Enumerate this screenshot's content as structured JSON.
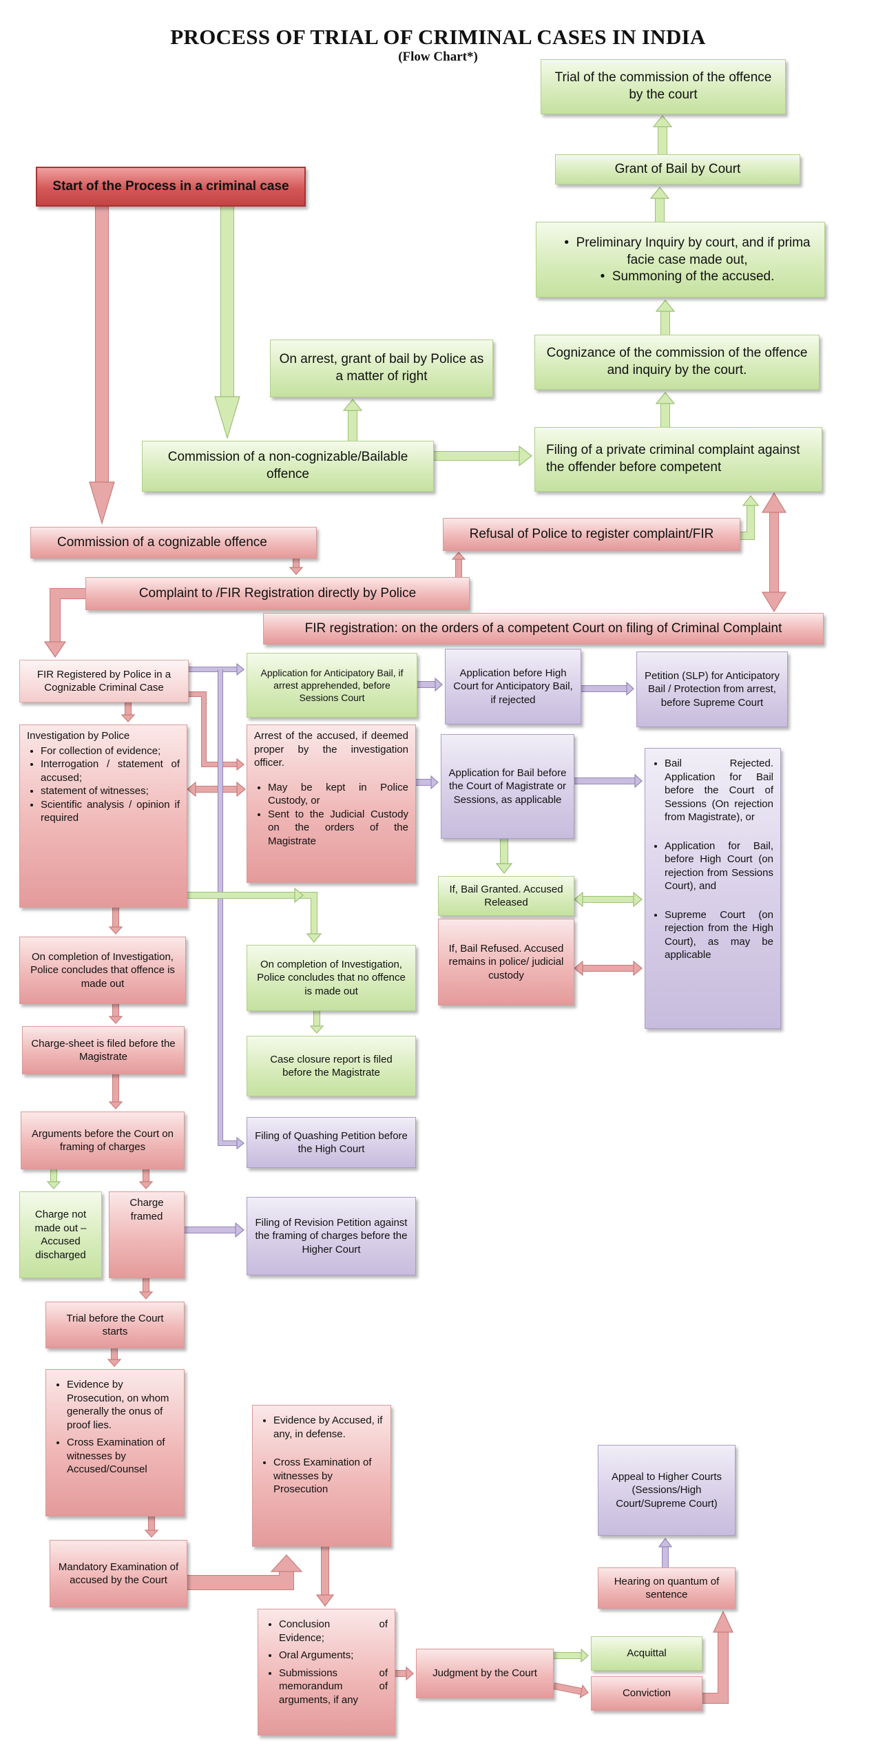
{
  "title": "PROCESS OF TRIAL OF CRIMINAL CASES IN INDIA",
  "subtitle": "(Flow Chart*)",
  "colors": {
    "red": "#e8a8a8",
    "red_strong": "#d45858",
    "green": "#d3eab5",
    "purple": "#cfc5e3",
    "arrow_red": "#e7a7a7",
    "arrow_green": "#d3ebb3",
    "arrow_purple": "#c9bde0"
  },
  "boxes": {
    "start": "Start of the Process in a criminal case",
    "trial_commission": "Trial of the commission of the offence by the court",
    "grant_bail": "Grant of Bail by Court",
    "preliminary_inquiry": [
      "Preliminary Inquiry by court, and if prima facie case made out,",
      "Summoning of the accused."
    ],
    "cognizance": "Cognizance of the commission of the offence and inquiry by the court.",
    "arrest_bail_police": "On arrest, grant of bail by Police as a matter of right",
    "non_cognizable": "Commission of a non-cognizable/Bailable offence",
    "private_complaint": "Filing of a private criminal complaint against the offender before competent",
    "cognizable": "Commission of a cognizable offence",
    "refusal_police": "Refusal of Police to register complaint/FIR",
    "complaint_fir": "Complaint to /FIR Registration directly by Police",
    "fir_court_orders": "FIR registration: on the orders of a competent Court on filing of Criminal Complaint",
    "fir_registered": "FIR Registered by Police in a Cognizable Criminal Case",
    "anticipatory_sessions": "Application for Anticipatory Bail, if arrest apprehended, before Sessions Court",
    "anticipatory_hc": "Application before High Court for Anticipatory Bail, if rejected",
    "slp": "Petition (SLP) for Anticipatory Bail / Protection from arrest, before Supreme Court",
    "investigation_title": "Investigation by Police",
    "investigation_items": [
      "For collection of evidence;",
      "Interrogation / statement of accused;",
      "statement of witnesses;",
      "Scientific analysis / opinion if required"
    ],
    "arrest_intro": "Arrest of the accused, if deemed proper by the investigation officer.",
    "arrest_items": [
      "May be kept in Police Custody, or",
      "Sent to the Judicial Custody on the orders of the Magistrate"
    ],
    "bail_application": "Application for Bail before the Court of Magistrate or Sessions, as applicable",
    "bail_rejected_items": [
      "Bail Rejected. Application for Bail before the Court of Sessions (On rejection from Magistrate), or",
      "Application for Bail, before High Court (on rejection from Sessions Court), and",
      "Supreme Court (on rejection from the High Court), as may be applicable"
    ],
    "bail_granted": "If, Bail Granted. Accused Released",
    "bail_refused": "If, Bail Refused. Accused remains in police/ judicial custody",
    "offence_made_out": "On completion of Investigation, Police concludes that offence is made out",
    "no_offence": "On completion of Investigation, Police concludes that no offence is made out",
    "chargesheet": "Charge-sheet is filed before the Magistrate",
    "closure_report": "Case closure report is filed before the Magistrate",
    "arguments_charges": "Arguments before the Court on framing of charges",
    "quashing": "Filing of Quashing Petition before the High Court",
    "charge_not_made": "Charge not made out – Accused discharged",
    "charge_framed": "Charge framed",
    "revision": "Filing of Revision Petition against the framing of charges before the Higher Court",
    "trial_starts": "Trial before the Court starts",
    "prosecution_items": [
      "Evidence by Prosecution, on whom generally the onus of proof lies.",
      "Cross Examination of witnesses by Accused/Counsel"
    ],
    "accused_items": [
      "Evidence by Accused, if any, in defense.",
      "Cross Examination of witnesses by Prosecution"
    ],
    "mandatory_exam": "Mandatory Examination of accused by the Court",
    "conclusion_items": [
      "Conclusion of Evidence;",
      "Oral Arguments;",
      "Submissions of memorandum of arguments, if any"
    ],
    "judgment": "Judgment by the Court",
    "acquittal": "Acquittal",
    "conviction": "Conviction",
    "hearing_sentence": "Hearing on quantum of sentence",
    "appeal": "Appeal to Higher Courts (Sessions/High Court/Supreme Court)"
  }
}
